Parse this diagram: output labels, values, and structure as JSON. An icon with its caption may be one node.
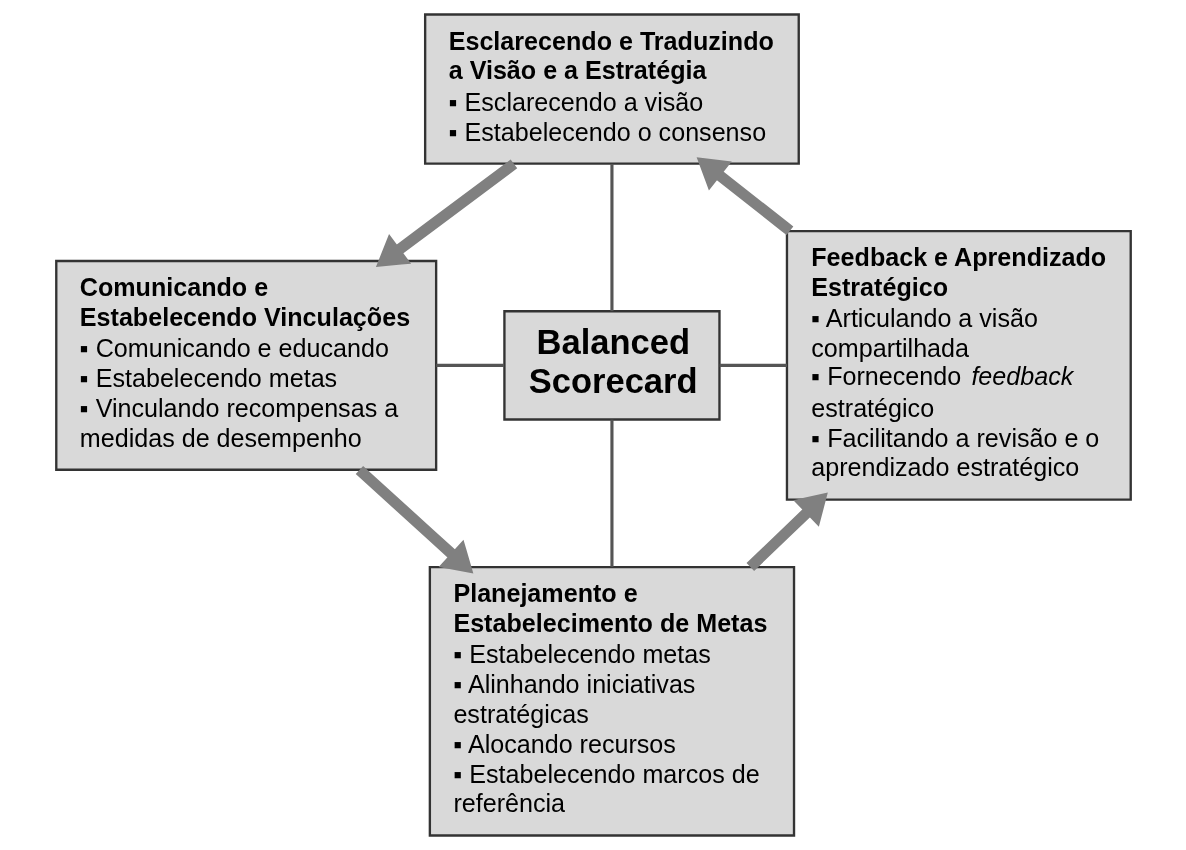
{
  "diagram": {
    "nodes": [
      {
        "text": [
          "Balanced Scorecard"
        ]
      },
      {
        "text": [
          "Esclarecendo e Traduzindo a Visão e a Estratégia",
          "▪ Esclarecendo a visão",
          "▪ Estabelecendo o consenso"
        ]
      },
      {
        "text": [
          "Comunicando e Estabelecendo Vinculações",
          "▪ Comunicando e educando",
          "▪ Estabelecendo metas",
          "▪ Vinculando recompensas a medidas de desempenho"
        ]
      },
      {
        "text": [
          "Feedback e Aprendizado Estratégico",
          "▪ Articulando a visão compartilhada",
          "▪ Fornecendo *feedback* estratégico",
          "▪ Facilitando a revisão e o aprendizado estratégico"
        ]
      },
      {
        "text": [
          "Planejamento e Estabelecimento de Metas",
          "▪ Estabelecendo metas",
          "▪ Alinhando iniciativas estratégicas",
          "▪ Alocando recursos",
          "▪ Estabelecendo marcos de referência"
        ]
      }
    ],
    "edges": [
      {
        "from": 1,
        "to": 0,
        "arrow": "none"
      },
      {
        "from": 2,
        "to": 0,
        "arrow": "none"
      },
      {
        "from": 0,
        "to": 3,
        "arrow": "none"
      },
      {
        "from": 0,
        "to": 4,
        "arrow": "none"
      },
      {
        "from": 1,
        "to": 2,
        "arrow": "to",
        "style": "thick",
        "color": "#808080"
      },
      {
        "from": 2,
        "to": 4,
        "arrow": "to",
        "style": "thick",
        "color": "#808080"
      },
      {
        "from": 4,
        "to": 3,
        "arrow": "to",
        "style": "thick",
        "color": "#808080"
      },
      {
        "from": 3,
        "to": 1,
        "arrow": "to",
        "style": "thick",
        "color": "#808080"
      }
    ]
  }
}
